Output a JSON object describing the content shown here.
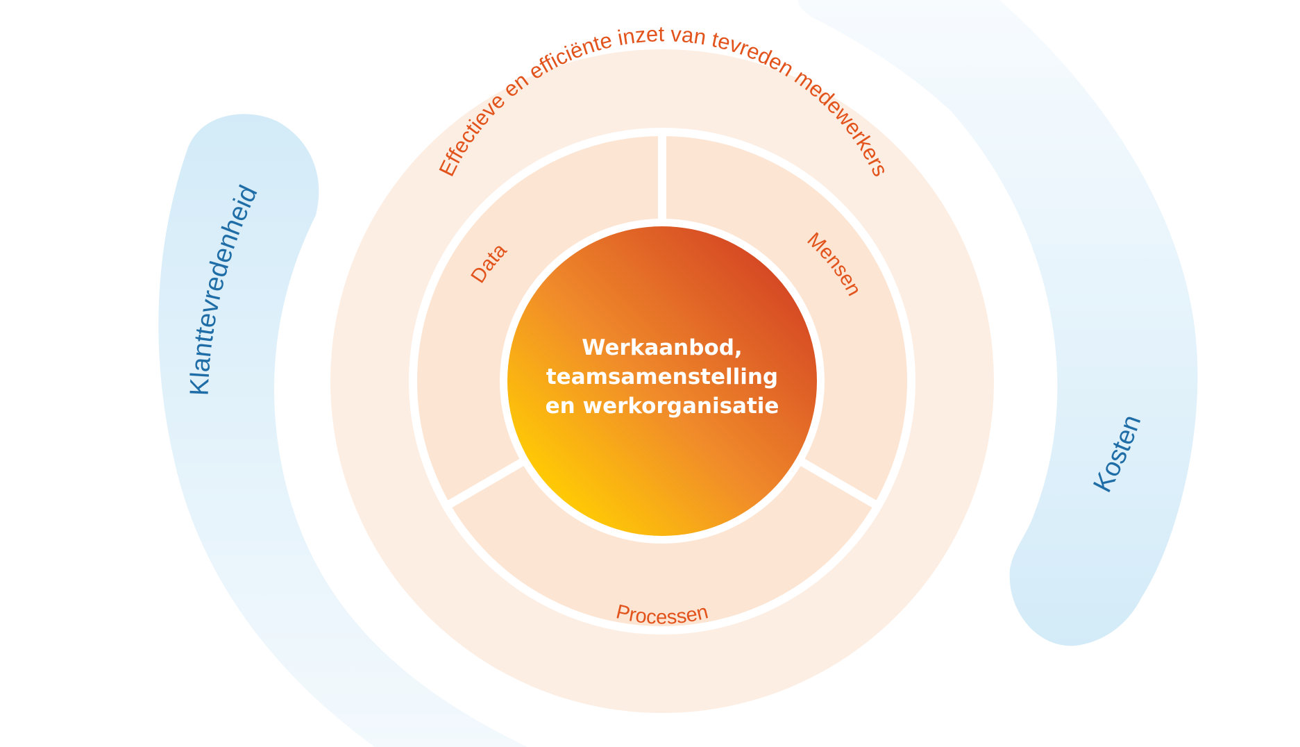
{
  "diagram": {
    "outer_ring_label": "Effectieve en efficiënte inzet van tevreden medewerkers",
    "segments": {
      "data": "Data",
      "mensen": "Mensen",
      "processen": "Processen"
    },
    "core": {
      "lines": [
        "Werkaanbod,",
        "teamsamenstelling",
        "en werkorganisatie"
      ]
    },
    "left_arc_label": "Klanttevredenheid",
    "right_arc_label": "Kosten"
  },
  "colors": {
    "blue_band": "#d3ebf8",
    "blue_text": "#1f6da6",
    "outer_ring": "#fdeee4",
    "segment_fill": "#fde5d3",
    "orange_text": "#e2531c",
    "core_dark": "#d64a24",
    "core_light": "#ffc905",
    "white": "#ffffff"
  }
}
